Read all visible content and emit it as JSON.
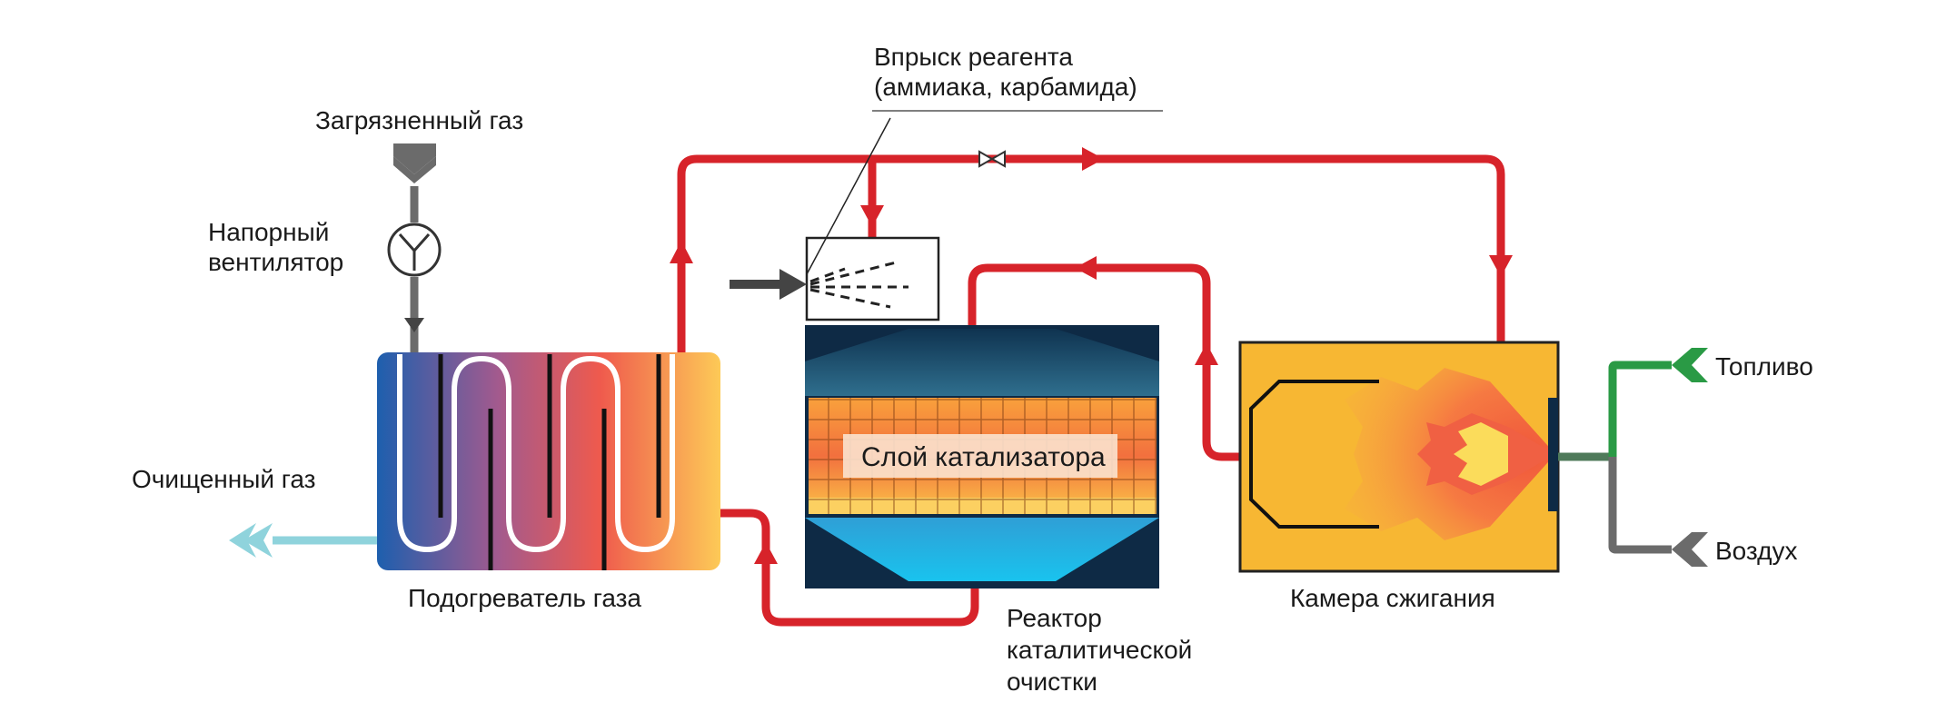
{
  "labels": {
    "polluted_gas": "Загрязненный газ",
    "fan_line1": "Напорный",
    "fan_line2": "вентилятор",
    "clean_gas": "Очищенный газ",
    "heater": "Подогреватель газа",
    "reagent_line1": "Впрыск реагента",
    "reagent_line2": "(аммиака, карбамида)",
    "catalyst_layer": "Слой катализатора",
    "reactor_line1": "Реактор",
    "reactor_line2": "каталитической",
    "reactor_line3": "очистки",
    "combustion": "Камера сжигания",
    "fuel": "Топливо",
    "air": "Воздух"
  },
  "colors": {
    "pipe_hot": "#d7232a",
    "fuel_line": "#2a9a45",
    "air_line": "#6b6b6b",
    "clean_gas": "#8fd3dc",
    "reactor_body": "#0e2a45",
    "chamber_fill": "#f7b733"
  },
  "icons": {
    "fan": "fan-icon",
    "valve": "valve-icon"
  }
}
